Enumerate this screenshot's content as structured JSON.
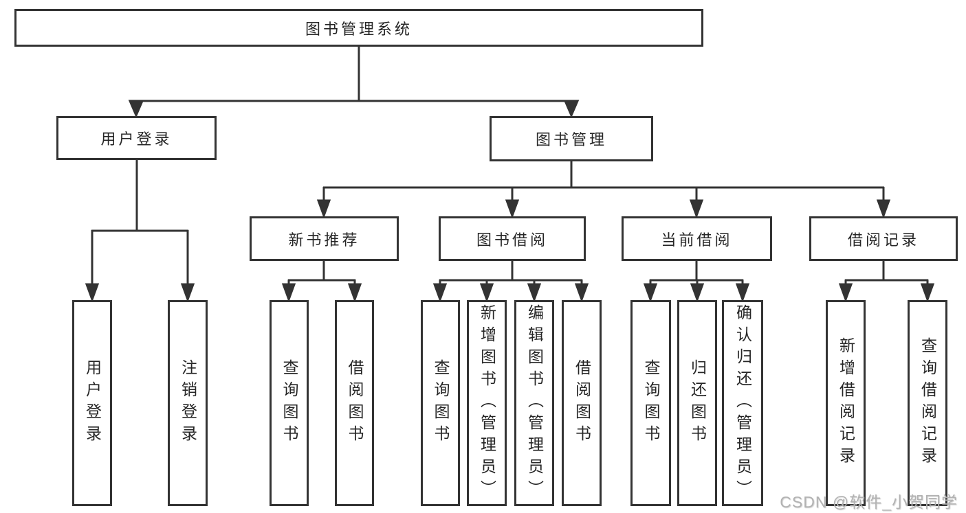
{
  "tree": {
    "root": {
      "label": "图书管理系统"
    },
    "branches": [
      {
        "label": "用户登录",
        "children": [
          {
            "label": "用户登录"
          },
          {
            "label": "注销登录"
          }
        ]
      },
      {
        "label": "图书管理",
        "children": [
          {
            "label": "新书推荐",
            "children": [
              {
                "label": "查询图书"
              },
              {
                "label": "借阅图书"
              }
            ]
          },
          {
            "label": "图书借阅",
            "children": [
              {
                "label": "查询图书"
              },
              {
                "label": "新增图书（管理员）"
              },
              {
                "label": "编辑图书（管理员）"
              },
              {
                "label": "借阅图书"
              }
            ]
          },
          {
            "label": "当前借阅",
            "children": [
              {
                "label": "查询图书"
              },
              {
                "label": "归还图书"
              },
              {
                "label": "确认归还（管理员）"
              }
            ]
          },
          {
            "label": "借阅记录",
            "children": [
              {
                "label": "新增借阅记录"
              },
              {
                "label": "查询借阅记录"
              }
            ]
          }
        ]
      }
    ]
  },
  "watermark": "CSDN @软件_小贺同学",
  "colors": {
    "line": "#333333",
    "text": "#262626",
    "background": "#ffffff",
    "watermark": "#b2b2b2"
  }
}
